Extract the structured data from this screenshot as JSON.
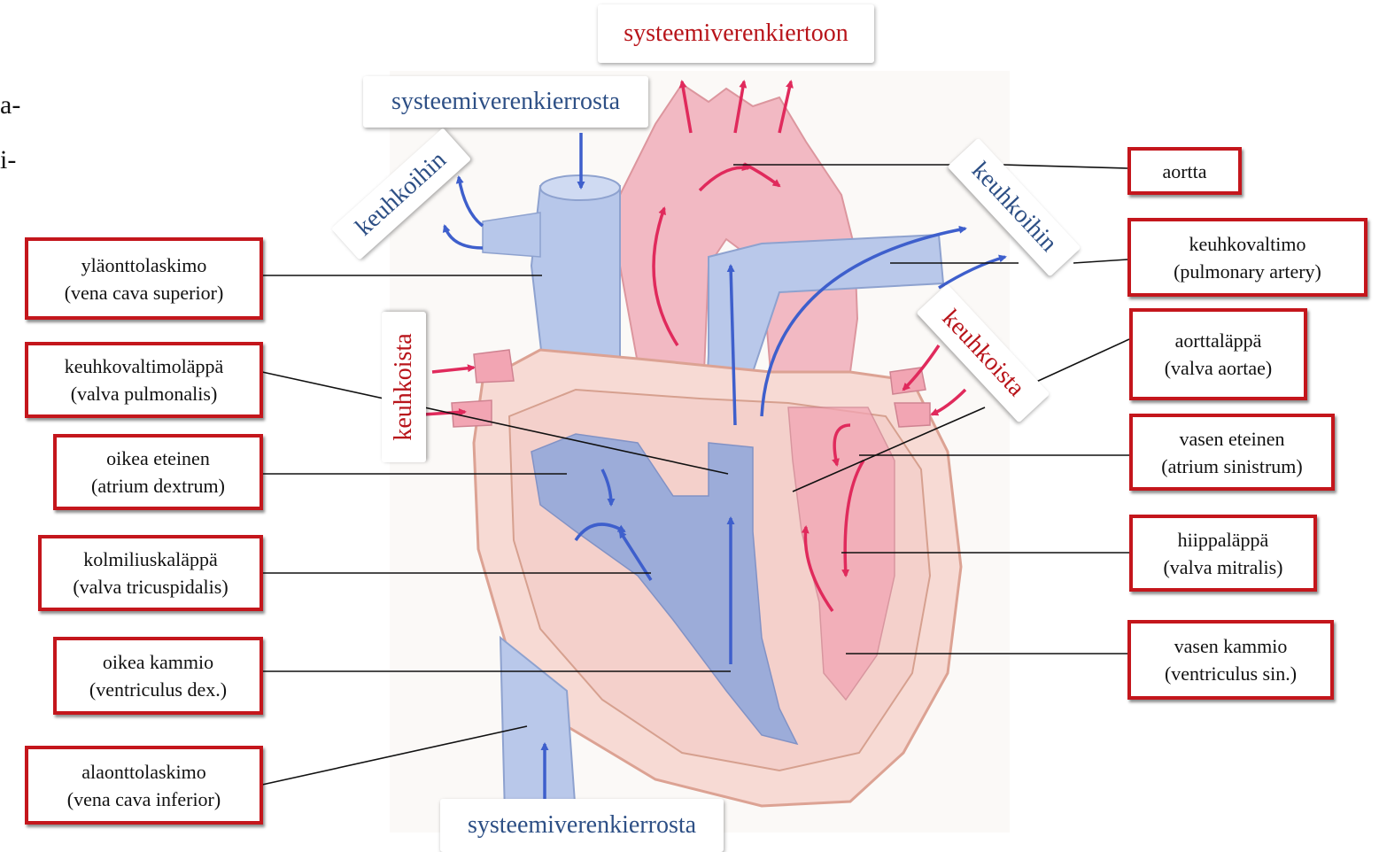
{
  "colors": {
    "label_border": "#c4161c",
    "deoxygenated_blood": "#8da6dc",
    "oxygenated_blood": "#f0a9b4",
    "blue_arrow": "#3e5fcc",
    "red_arrow": "#e02a5c"
  },
  "edge_text": [
    "a-",
    "i-"
  ],
  "flows": {
    "top_systemic_out": "systeemiverenkiertoon",
    "top_systemic_in": "systeemiverenkierrosta",
    "bottom_systemic_in": "systeemiverenkierrosta",
    "to_lungs_left": "keuhkoihin",
    "to_lungs_right": "keuhkoihin",
    "from_lungs_left": "keuhkoista",
    "from_lungs_right": "keuhkoista"
  },
  "labels_left": [
    {
      "name": "yläonttolaskimo",
      "latin": "(vena cava superior)"
    },
    {
      "name": "keuhkovaltimoläppä",
      "latin": "(valva pulmonalis)"
    },
    {
      "name": "oikea eteinen",
      "latin": "(atrium dextrum)"
    },
    {
      "name": "kolmiliuskaläppä",
      "latin": "(valva tricuspidalis)"
    },
    {
      "name": "oikea kammio",
      "latin": "(ventriculus dex.)"
    },
    {
      "name": "alaonttolaskimo",
      "latin": "(vena cava inferior)"
    }
  ],
  "labels_right": [
    {
      "name": "aortta",
      "latin": ""
    },
    {
      "name": "keuhkovaltimo",
      "latin": "(pulmonary artery)"
    },
    {
      "name": "aorttaläppä",
      "latin": "(valva aortae)"
    },
    {
      "name": "vasen eteinen",
      "latin": "(atrium sinistrum)"
    },
    {
      "name": "hiippaläppä",
      "latin": "(valva mitralis)"
    },
    {
      "name": "vasen kammio",
      "latin": "(ventriculus sin.)"
    }
  ]
}
